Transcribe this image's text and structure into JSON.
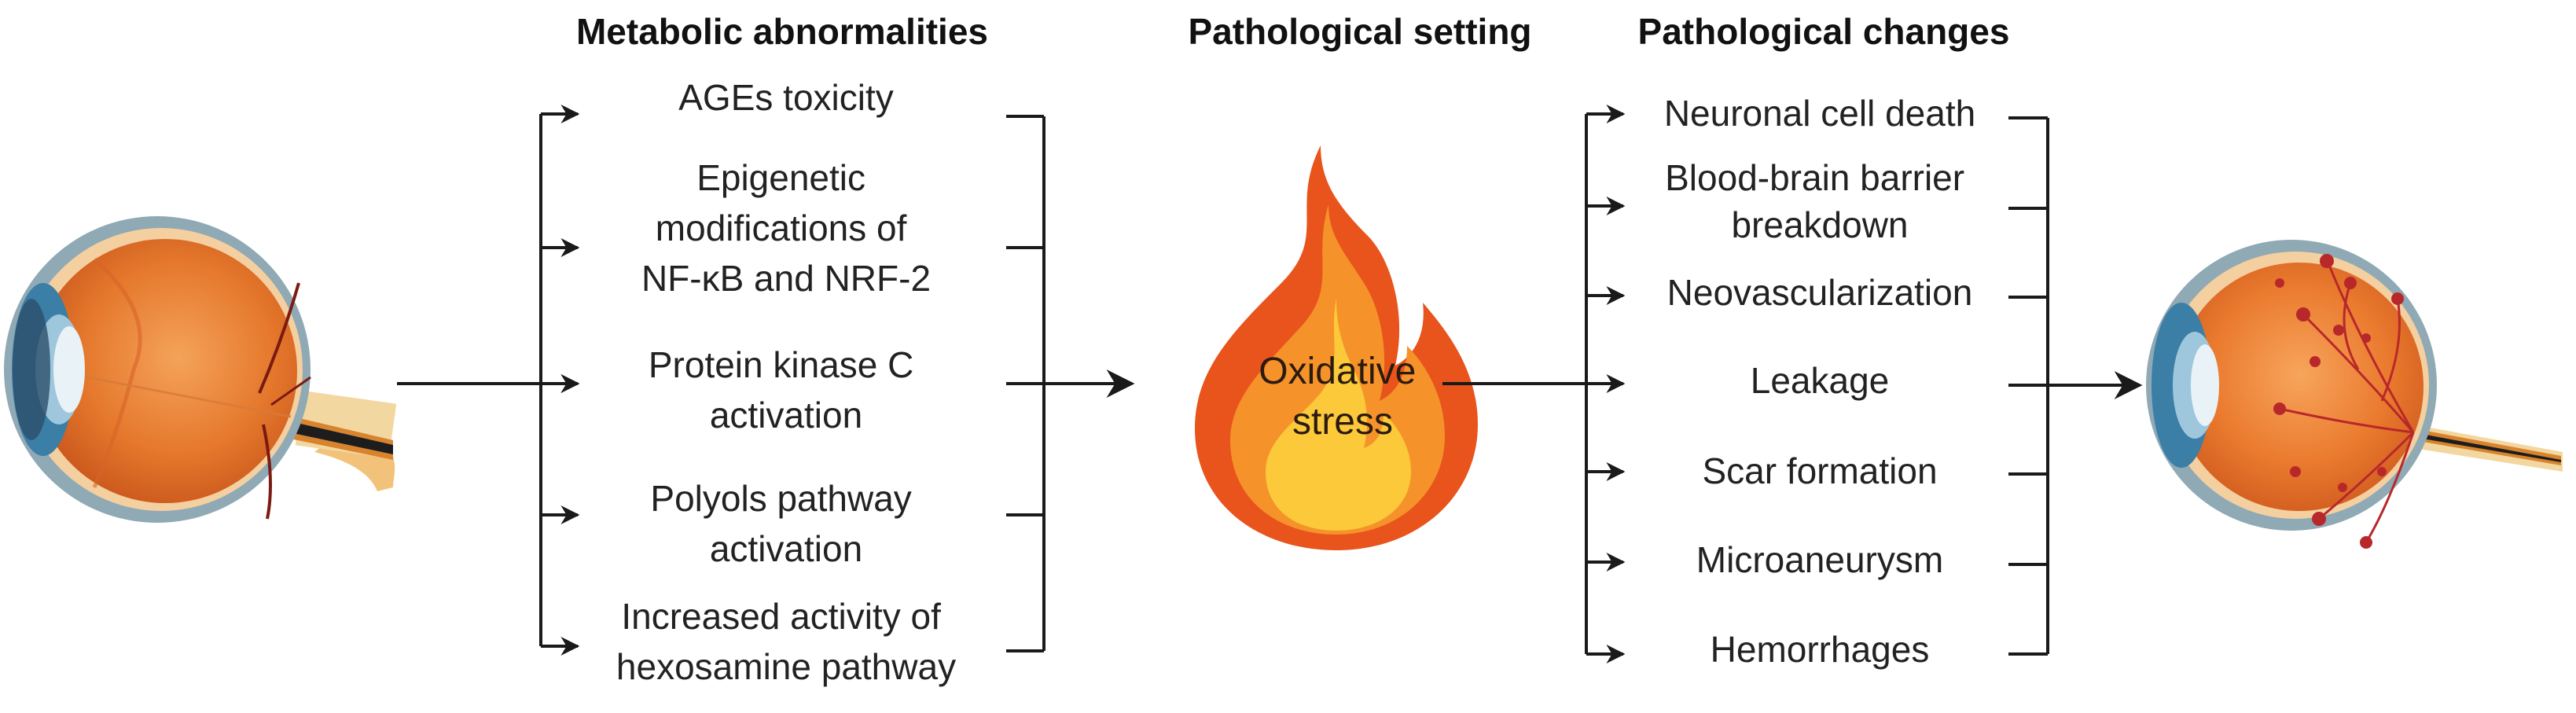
{
  "headers": {
    "metabolic": "Metabolic abnormalities",
    "setting": "Pathological setting",
    "changes": "Pathological changes"
  },
  "metabolic_items": [
    [
      "AGEs toxicity"
    ],
    [
      "Epigenetic",
      "modifications of",
      "NF-κB and NRF-2"
    ],
    [
      "Protein kinase C",
      "activation"
    ],
    [
      "Polyols pathway",
      "activation"
    ],
    [
      "Increased activity of",
      "hexosamine pathway"
    ]
  ],
  "setting_item": [
    "Oxidative",
    "stress"
  ],
  "change_items": [
    [
      "Neuronal cell death"
    ],
    [
      "Blood-brain barrier",
      "breakdown"
    ],
    [
      "Neovascularization"
    ],
    [
      "Leakage"
    ],
    [
      "Scar formation"
    ],
    [
      "Microaneurysm"
    ],
    [
      "Hemorrhages"
    ]
  ],
  "icons": {
    "left_eye": "healthy-eye-icon",
    "right_eye": "diseased-retina-eye-icon",
    "flame": "flame-icon"
  },
  "colors": {
    "flame_outer": "#e8541c",
    "flame_mid": "#f5922a",
    "flame_inner": "#fbc93a",
    "eye_orange": "#e9782e",
    "vessel_red": "#b8282a",
    "line": "#1a1a1a"
  }
}
